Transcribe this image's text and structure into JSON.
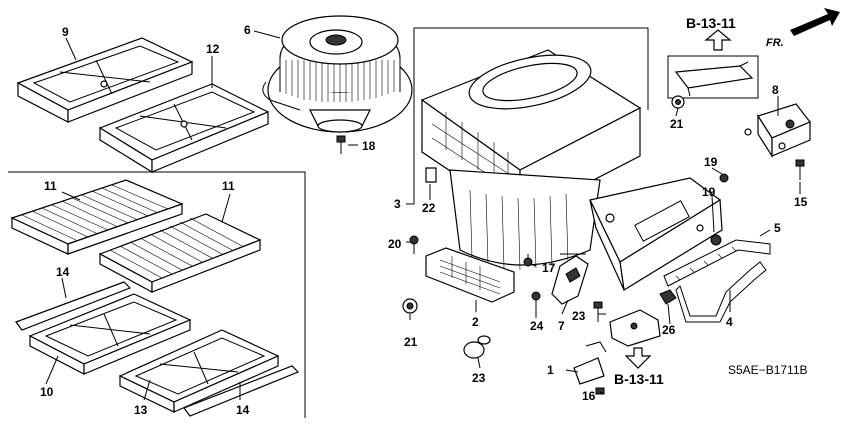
{
  "diagram": {
    "part_labels": {
      "p1": "1",
      "p2": "2",
      "p3": "3",
      "p4": "4",
      "p5": "5",
      "p6": "6",
      "p7": "7",
      "p8": "8",
      "p9": "9",
      "p10": "10",
      "p11a": "11",
      "p11b": "11",
      "p12": "12",
      "p13": "13",
      "p14a": "14",
      "p14b": "14",
      "p15": "15",
      "p16": "16",
      "p17": "17",
      "p18": "18",
      "p19a": "19",
      "p19b": "19",
      "p20": "20",
      "p21a": "21",
      "p21b": "21",
      "p22": "22",
      "p23a": "23",
      "p23b": "23",
      "p24": "24",
      "p26": "26"
    },
    "refs": {
      "top": "B-13-11",
      "bottom": "B-13-11"
    },
    "direction": "FR.",
    "diagram_code": "S5AE−B1711B"
  }
}
